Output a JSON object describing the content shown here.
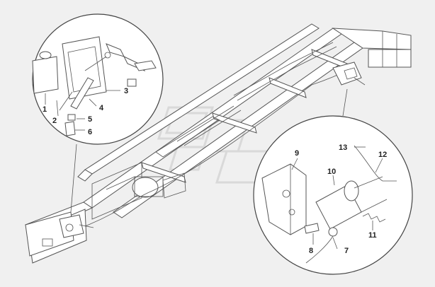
{
  "diagram": {
    "background": "#f0f0f0",
    "line_color": "#555555",
    "callouts_left": [
      "1",
      "2",
      "3",
      "4",
      "5",
      "6"
    ],
    "callouts_right": [
      "7",
      "8",
      "9",
      "10",
      "11",
      "12",
      "13"
    ]
  }
}
